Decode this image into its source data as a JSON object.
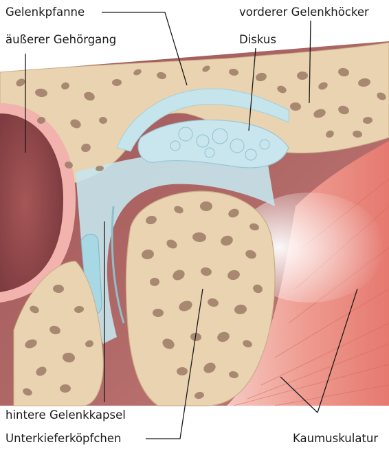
{
  "labels": {
    "glenoid_fossa": "Gelenkpfanne",
    "articular_eminence": "vorderer Gelenkhöcker",
    "ear_canal": "äußerer Gehörgang",
    "disc": "Diskus",
    "posterior_capsule": "hintere Gelenkkapsel",
    "condyle": "Unterkieferköpfchen",
    "muscles": "Kaumuskulatur"
  },
  "colors": {
    "bone": "#e9d3b1",
    "bone_pore": "#9c7b66",
    "cartilage": "#c5e4ec",
    "cavity": "#a96463",
    "ear_canal": "#8f4a4d",
    "ear_rim": "#f2b2ad",
    "muscle": "#eb8a80",
    "leader_line": "#1a1a1a"
  }
}
